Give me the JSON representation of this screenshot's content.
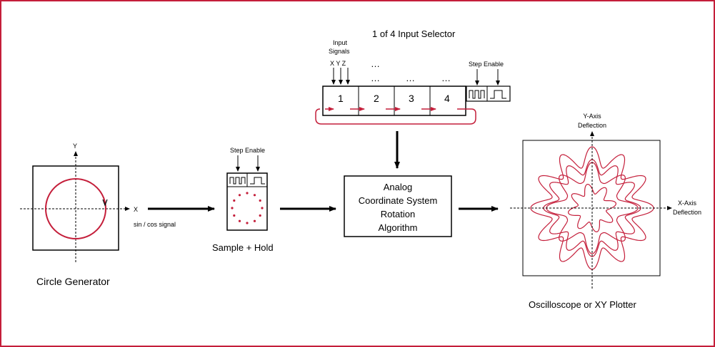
{
  "colors": {
    "accent": "#c41e3a",
    "ink": "#000000",
    "frame": "#c41e3a"
  },
  "circle_generator": {
    "caption": "Circle Generator",
    "x_label": "X",
    "y_label": "Y",
    "signal_label": "sin / cos signal"
  },
  "sample_hold": {
    "caption": "Sample + Hold",
    "step_enable": "Step Enable",
    "icons": [
      "pulse-train-icon",
      "step-pulse-icon"
    ]
  },
  "input_selector": {
    "title": "1 of 4 Input Selector",
    "input_signals_line1": "Input",
    "input_signals_line2": "Signals",
    "xyz": "X Y Z",
    "ellipsis": "…",
    "slots": [
      "1",
      "2",
      "3",
      "4"
    ],
    "step_enable": "Step Enable"
  },
  "rotation": {
    "line1": "Analog",
    "line2": "Coordinate System",
    "line3": "Rotation",
    "line4": "Algorithm"
  },
  "plotter": {
    "caption": "Oscilloscope or XY Plotter",
    "y_axis_line1": "Y-Axis",
    "y_axis_line2": "Deflection",
    "x_axis_line1": "X-Axis",
    "x_axis_line2": "Deflection"
  }
}
